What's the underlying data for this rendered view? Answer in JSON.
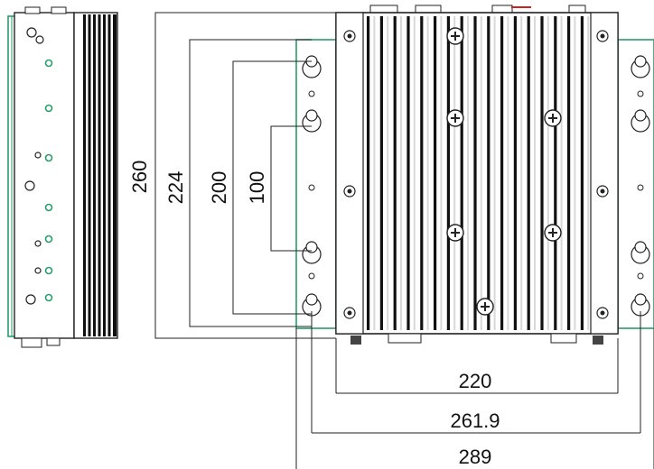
{
  "colors": {
    "outline": "#222222",
    "fin_dark": "#111111",
    "fin_light": "#d8d8d8",
    "bracket": "#2a9d6a",
    "background": "#ffffff"
  },
  "dimensions": {
    "vertical": [
      "260",
      "224",
      "200",
      "100"
    ],
    "horizontal": [
      "220",
      "261.9",
      "289"
    ]
  }
}
